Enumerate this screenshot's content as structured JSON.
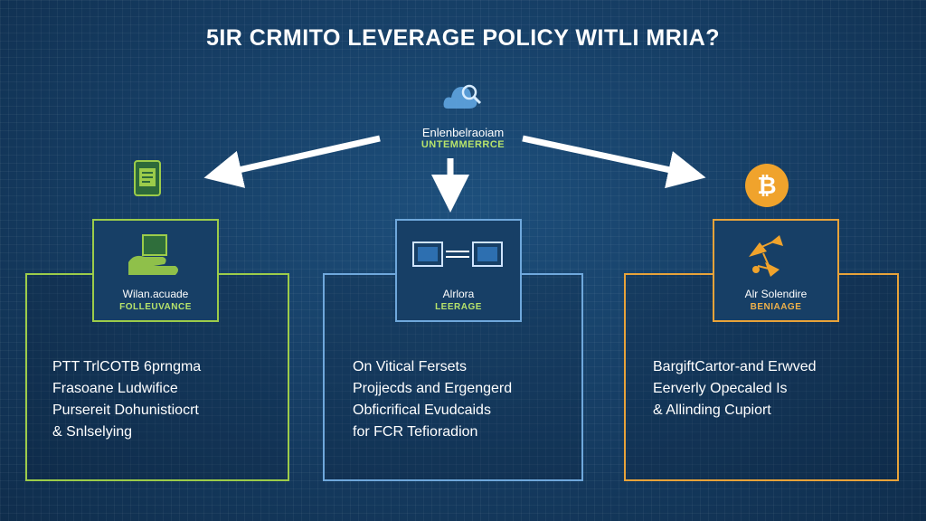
{
  "title": "5IR CRMITO LEVERAGE POLICY WITLI MRIA?",
  "top_node": {
    "label": "Enlenbelraoiam",
    "sublabel": "UNTEMMERRCE",
    "icon": "cloud-magnifier-icon"
  },
  "columns": [
    {
      "accent": "#9ccc4a",
      "small_icon": "document-stack-icon",
      "box_icon": "hand-card-icon",
      "label": "Wilan.acuade",
      "sublabel": "FOLLEUVANCE",
      "lines": [
        "PTT TrlCOTB 6prngma",
        "Frasoane Ludwifice",
        "Pursereit Dohunistiocrt",
        "& Snlselying"
      ]
    },
    {
      "accent": "#6fa8dc",
      "small_icon": "",
      "box_icon": "linked-screens-icon",
      "label": "Alrlora",
      "sublabel": "LEERAGE",
      "lines": [
        "On Vitical Fersets",
        "Projjecds and Ergengerd",
        "Obficrifical Evudcaids",
        "for FCR Tefioradion"
      ]
    },
    {
      "accent": "#e8a33a",
      "small_icon": "bitcoin-icon",
      "box_icon": "network-nodes-icon",
      "label": "Alr Solendire",
      "sublabel": "BENIAAGE",
      "lines": [
        "BargiftCartor-and Erwved",
        "Eerverly Opecaled Is",
        "& Allinding Cupiort"
      ]
    }
  ],
  "bitcoin_glyph": "₿"
}
